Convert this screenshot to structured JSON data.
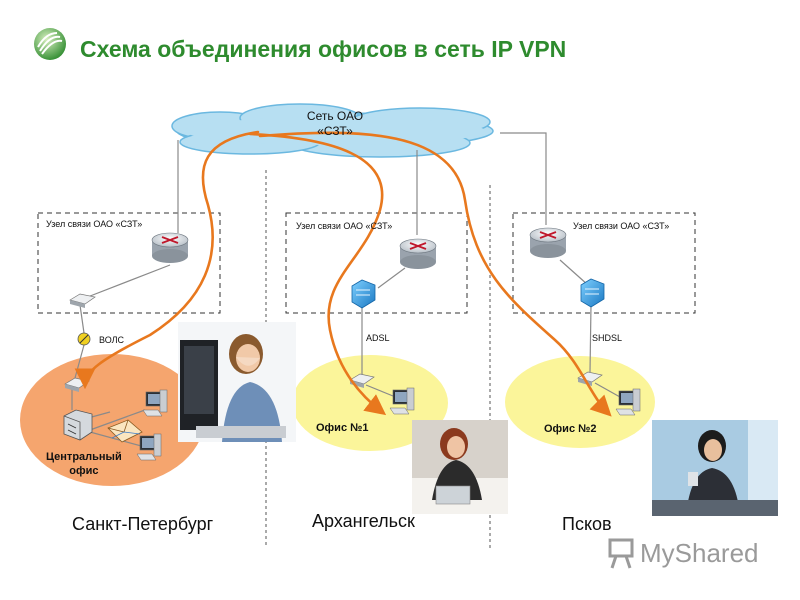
{
  "header": {
    "title": "Схема объединения офисов в сеть IP VPN"
  },
  "cloud": {
    "line1": "Сеть ОАО",
    "line2": "«СЗТ»"
  },
  "sites": [
    {
      "node_label": "Узел связи ОАО «СЗТ»",
      "link_label": "ВОЛС",
      "office_line1": "Центральный",
      "office_line2": "офис",
      "city": "Санкт-Петербург"
    },
    {
      "node_label": "Узел связи ОАО «СЗТ»",
      "link_label": "ADSL",
      "office_line1": "Офис №1",
      "city": "Архангельск"
    },
    {
      "node_label": "Узел связи ОАО «СЗТ»",
      "link_label": "SHDSL",
      "office_line1": "Офис №2",
      "city": "Псков"
    }
  ],
  "watermark": {
    "text": "MyShared"
  },
  "colors": {
    "title": "#2e8b2e",
    "cloud": "#b7dff2",
    "office_zone": "#fbf59a",
    "central_zone": "#f5a56e",
    "tunnel": "#e8781e"
  },
  "icons": [
    "logo-icon",
    "router-icon",
    "modem-icon",
    "dsl-modem-icon",
    "switch-icon",
    "computer-icon",
    "fiber-icon",
    "watermark-icon"
  ]
}
